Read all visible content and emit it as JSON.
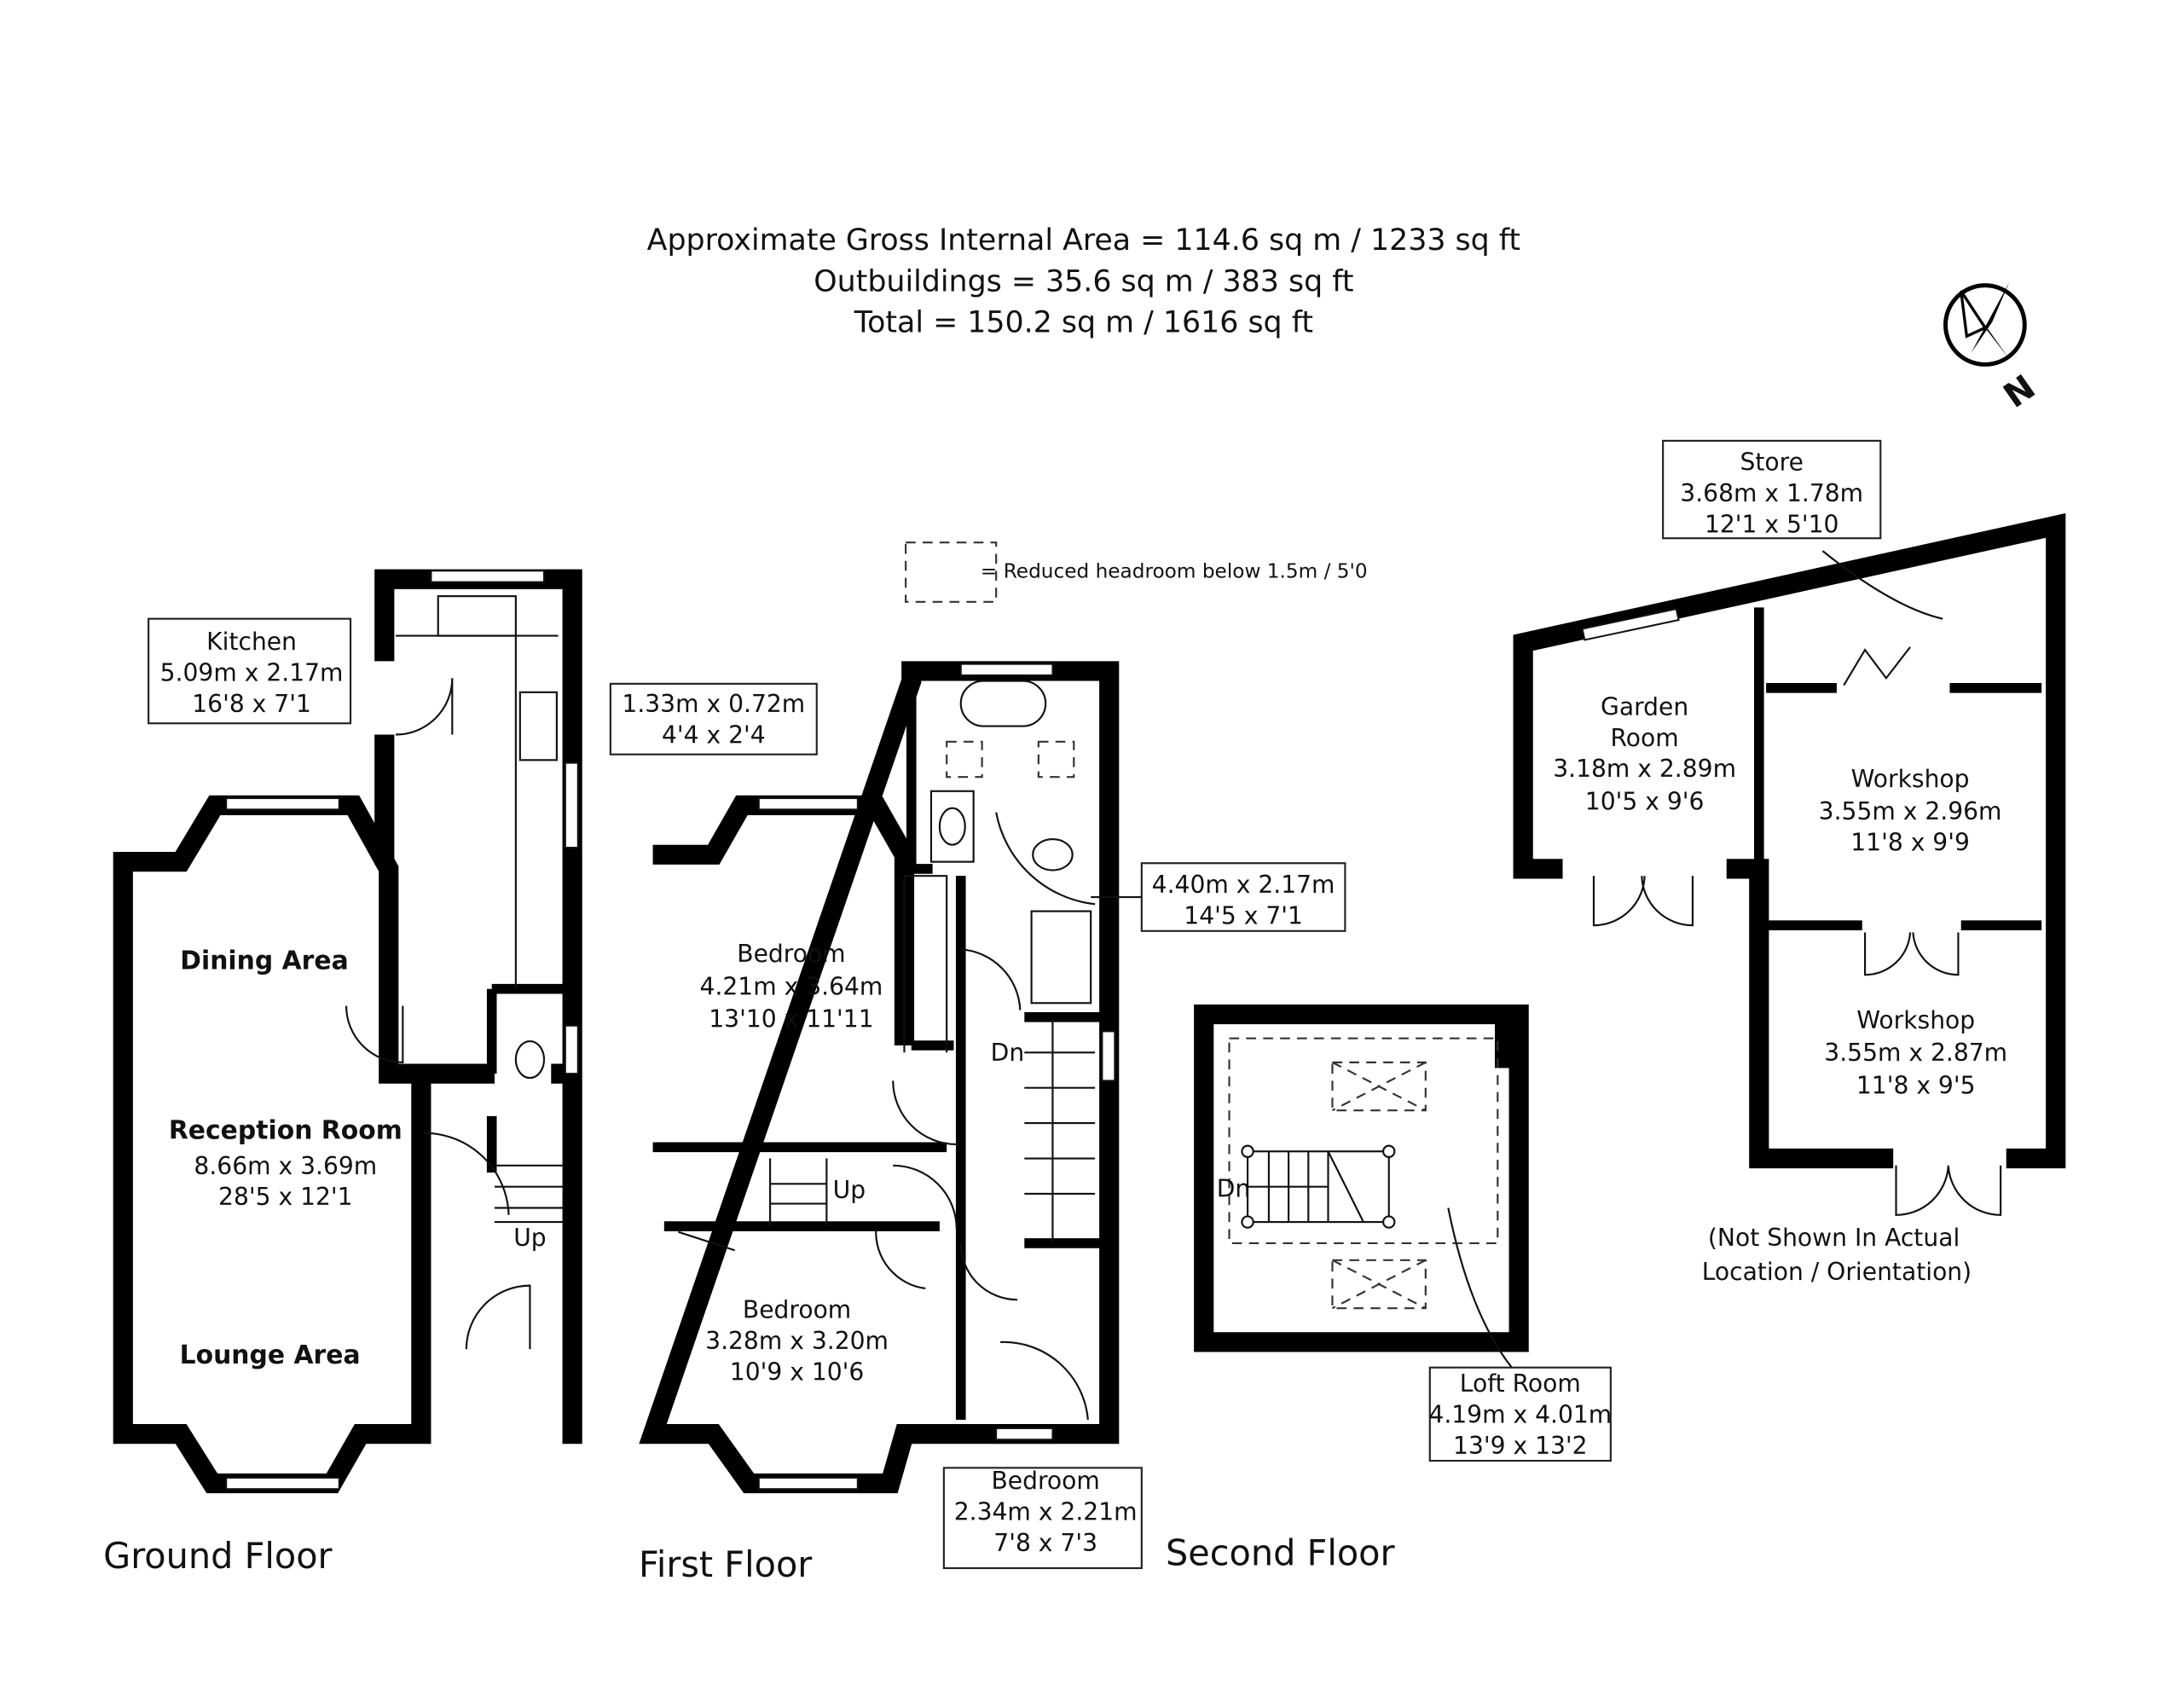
{
  "header": {
    "gross_area": "Approximate Gross Internal Area = 114.6 sq m / 1233 sq ft",
    "outbuildings": "Outbuildings = 35.6 sq m / 383 sq ft",
    "total": "Total = 150.2 sq m / 1616 sq ft"
  },
  "compass": {
    "label": "N",
    "icon": "north-arrow-icon"
  },
  "legend": {
    "text": "= Reduced headroom below 1.5m / 5'0"
  },
  "ground_floor": {
    "title": "Ground Floor",
    "kitchen": {
      "name": "Kitchen",
      "metric": "5.09m x 2.17m",
      "imperial": "16'8 x 7'1"
    },
    "dining": "Dining Area",
    "reception": {
      "name": "Reception Room",
      "metric": "8.66m x 3.69m",
      "imperial": "28'5 x 12'1"
    },
    "lounge": "Lounge Area",
    "stairs": "Up"
  },
  "first_floor": {
    "title": "First Floor",
    "landing": {
      "metric": "1.33m x 0.72m",
      "imperial": "4'4 x 2'4"
    },
    "bedroom1": {
      "name": "Bedroom",
      "metric": "4.21m x 3.64m",
      "imperial": "13'10 x 11'11"
    },
    "bathroom": {
      "metric": "4.40m x 2.17m",
      "imperial": "14'5 x 7'1"
    },
    "bedroom2": {
      "name": "Bedroom",
      "metric": "3.28m x 3.20m",
      "imperial": "10'9 x 10'6"
    },
    "bedroom3": {
      "name": "Bedroom",
      "metric": "2.34m x 2.21m",
      "imperial": "7'8 x 7'3"
    },
    "stairs_up": "Up",
    "stairs_down": "Dn"
  },
  "second_floor": {
    "title": "Second Floor",
    "loft": {
      "name": "Loft Room",
      "metric": "4.19m x 4.01m",
      "imperial": "13'9 x 13'2"
    },
    "stairs_down": "Dn"
  },
  "outbuildings": {
    "store": {
      "name": "Store",
      "metric": "3.68m x 1.78m",
      "imperial": "12'1 x 5'10"
    },
    "garden_room": {
      "name1": "Garden",
      "name2": "Room",
      "metric": "3.18m x 2.89m",
      "imperial": "10'5 x 9'6"
    },
    "workshop1": {
      "name": "Workshop",
      "metric": "3.55m x 2.96m",
      "imperial": "11'8 x 9'9"
    },
    "workshop2": {
      "name": "Workshop",
      "metric": "3.55m x 2.87m",
      "imperial": "11'8 x 9'5"
    },
    "note1": "(Not Shown In Actual",
    "note2": "Location / Orientation)"
  }
}
